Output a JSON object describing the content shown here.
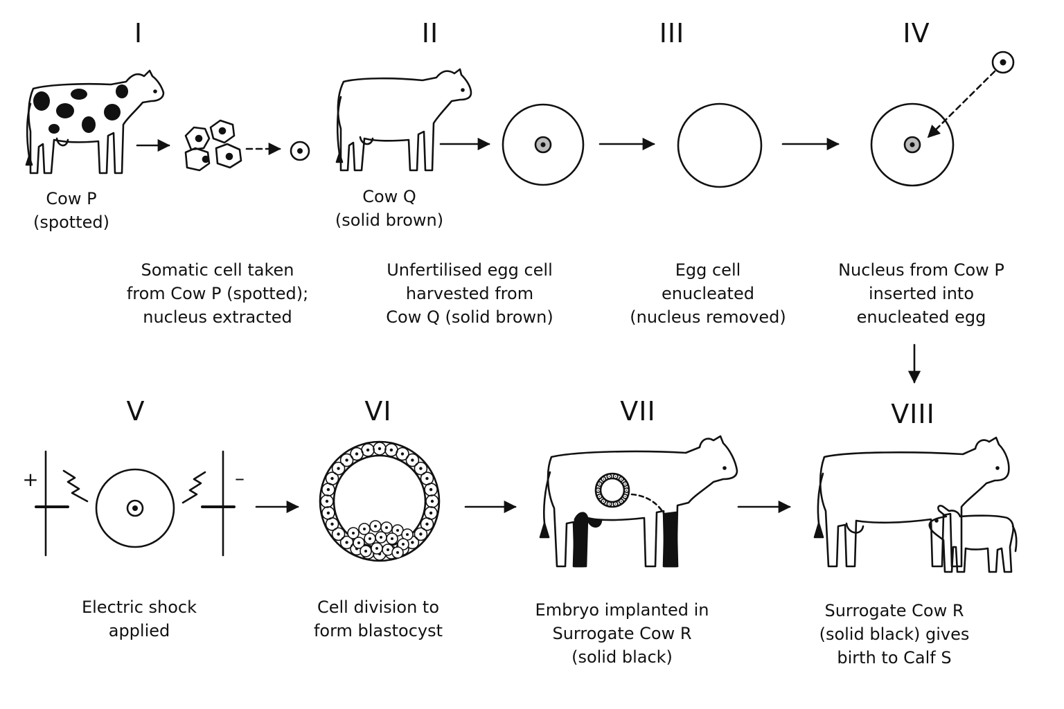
{
  "steps": [
    {
      "numeral": "I",
      "caption": [
        "Somatic cell taken",
        "from Cow P (spotted);",
        "nucleus extracted"
      ]
    },
    {
      "numeral": "II",
      "caption": [
        "Unfertilised egg cell",
        "harvested from",
        "Cow Q (solid brown)"
      ]
    },
    {
      "numeral": "III",
      "caption": [
        "Egg cell",
        "enucleated",
        "(nucleus removed)"
      ]
    },
    {
      "numeral": "IV",
      "caption": [
        "Nucleus from Cow P",
        "inserted into",
        "enucleated egg"
      ]
    },
    {
      "numeral": "V",
      "caption": [
        "Electric shock",
        "applied"
      ]
    },
    {
      "numeral": "VI",
      "caption": [
        "Cell division to",
        "form blastocyst"
      ]
    },
    {
      "numeral": "VII",
      "caption": [
        "Embryo implanted in",
        "Surrogate Cow R",
        "(solid black)"
      ]
    },
    {
      "numeral": "VIII",
      "caption": [
        "Surrogate Cow R",
        "(solid black) gives",
        "birth to Calf S"
      ]
    }
  ],
  "labels": {
    "cow_p": [
      "Cow P",
      "(spotted)"
    ],
    "cow_q": [
      "Cow Q",
      "(solid brown)"
    ],
    "plus": "+",
    "minus": "–"
  }
}
